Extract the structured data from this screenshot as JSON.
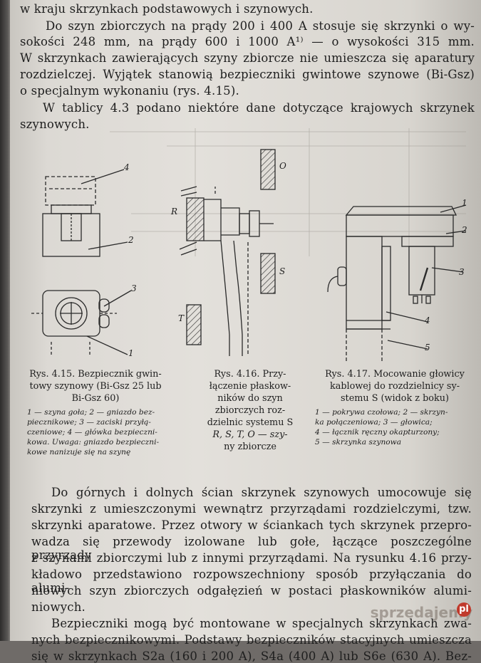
{
  "text": {
    "l01": "w kraju skrzynkach podstawowych i szynowych.",
    "l02": "Do szyn zbiorczych na prądy 200 i 400 A stosuje się skrzynki o wy-",
    "l03": "sokości 248 mm, na prądy 600 i 1000 A¹⁾ — o wysokości 315 mm.",
    "l04": "W skrzynkach zawierających szyny zbiorcze nie umieszcza się aparatury",
    "l05": "rozdzielczej. Wyjątek stanowią bezpieczniki gwintowe szynowe (Bi-Gsz)",
    "l06": "o specjalnym wykonaniu (rys. 4.15).",
    "l07": "W tablicy 4.3 podano niektóre dane dotyczące krajowych skrzynek",
    "l08": "szynowych.",
    "b01": "Do górnych i dolnych ścian skrzynek szynowych umocowuje się",
    "b02": "skrzynki z umieszczonymi wewnątrz przyrządami rozdzielczymi, tzw.",
    "b03": "skrzynki aparatowe. Przez otwory w ściankach tych skrzynek przepro-",
    "b04": "wadza się przewody izolowane lub gołe, łączące poszczególne przyrządy",
    "b05": "z szynami zbiorczymi lub z innymi przyrządami. Na rysunku 4.16 przy-",
    "b06": "kładowo przedstawiono rozpowszechniony sposób przyłączania do alumi-",
    "b07": "niowych szyn zbiorczych odgałęzień w postaci płaskowników alumi-",
    "b08": "niowych.",
    "b09": "Bezpieczniki mogą być montowane w specjalnych skrzynkach zwa-",
    "b10": "nych bezpiecznikowymi. Podstawy bezpieczników stacyjnych umieszcza",
    "b11": "się w skrzynkach S2a (160 i 200 A), S4a (400 A) lub S6e (630 A). Bez-"
  },
  "fig415": {
    "cap1": "Rys. 4.15. Bezpiecznik gwin-",
    "cap2": "towy szynowy (Bi-Gsz 25 lub",
    "cap3": "Bi-Gsz 60)",
    "leg1": "1 — szyna goła; 2 — gniazdo bez-",
    "leg2": "piecznikowe; 3 — zaciski przyłą-",
    "leg3": "czeniowe; 4 — główka bezpieczni-",
    "leg4": "kowa. Uwaga: gniazdo bezpieczni-",
    "leg5": "kowe nanizuje się na szynę",
    "n1": "1",
    "n2": "2",
    "n3": "3",
    "n4": "4"
  },
  "fig416": {
    "cap1": "Rys. 4.16. Przy-",
    "cap2": "łączenie płaskow-",
    "cap3": "ników do szyn",
    "cap4": "zbiorczych roz-",
    "cap5": "dzielnic systemu S",
    "cap6": "R, S, T, O — szy-",
    "cap7": "ny zbiorcze",
    "lR": "R",
    "lO": "O",
    "lS": "S",
    "lT": "T"
  },
  "fig417": {
    "cap1": "Rys. 4.17. Mocowanie głowicy",
    "cap2": "kablowej do rozdzielnicy sy-",
    "cap3": "stemu S (widok z boku)",
    "leg1": "1 — pokrywa czołowa; 2 — skrzyn-",
    "leg2": "ka połączeniowa; 3 — głowica;",
    "leg3": "4 — łącznik ręczny okapturzony;",
    "leg4": "5 — skrzynka szynowa",
    "n1": "1",
    "n2": "2",
    "n3": "3",
    "n4": "4",
    "n5": "5"
  },
  "watermark": {
    "text": "sprzedajemy",
    "mark": "pl"
  }
}
